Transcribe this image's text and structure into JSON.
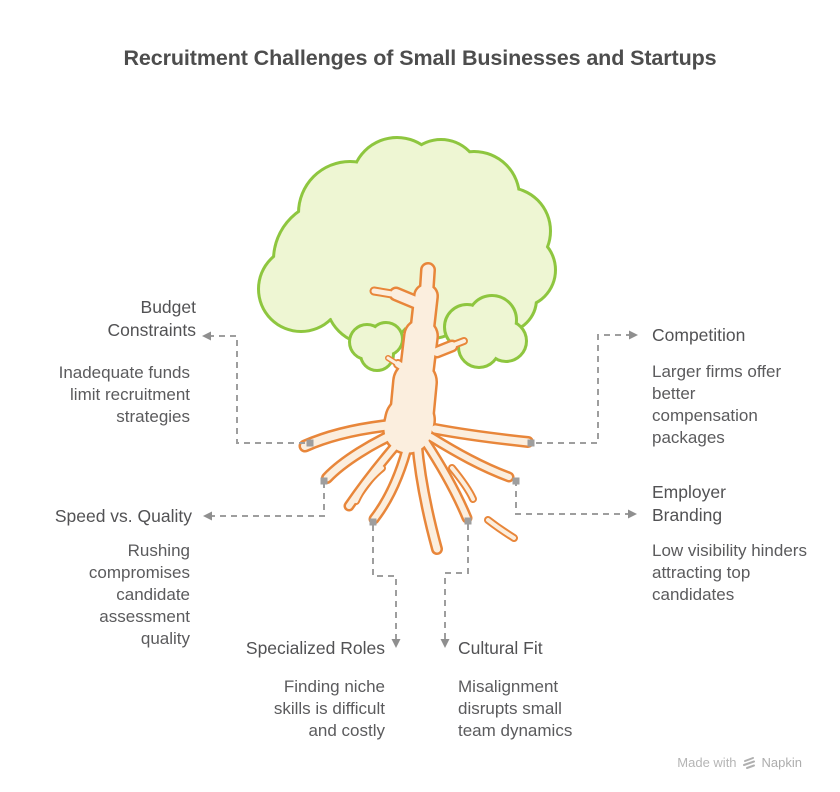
{
  "title": "Recruitment Challenges of Small Businesses and Startups",
  "labels": [
    {
      "heading": "Budget Constraints",
      "body": "Inadequate funds limit recruitment strategies"
    },
    {
      "heading": "Competition",
      "body": "Larger firms offer better compensation packages"
    },
    {
      "heading": "Speed vs. Quality",
      "body": "Rushing compromises candidate assessment quality"
    },
    {
      "heading": "Employer Branding",
      "body": "Low visibility hinders attracting top candidates"
    },
    {
      "heading": "Specialized Roles",
      "body": "Finding niche skills is difficult and costly"
    },
    {
      "heading": "Cultural Fit",
      "body": "Misalignment disrupts small team dynamics"
    }
  ],
  "attribution": {
    "text": "Made with",
    "brand": "Napkin"
  },
  "icons": {
    "tree": "tree-with-roots-illustration",
    "brand_logo": "napkin-logo-icon"
  },
  "colors": {
    "canopy_fill": "#eef6d3",
    "canopy_stroke": "#8ec63f",
    "trunk_fill": "#fbeede",
    "trunk_stroke": "#e8863a",
    "connector_gray": "#9e9e9e",
    "title_text": "#4d4d4d",
    "heading_text": "#525254",
    "body_text": "#5b5b5d",
    "attribution_text": "#b5b5b5"
  }
}
